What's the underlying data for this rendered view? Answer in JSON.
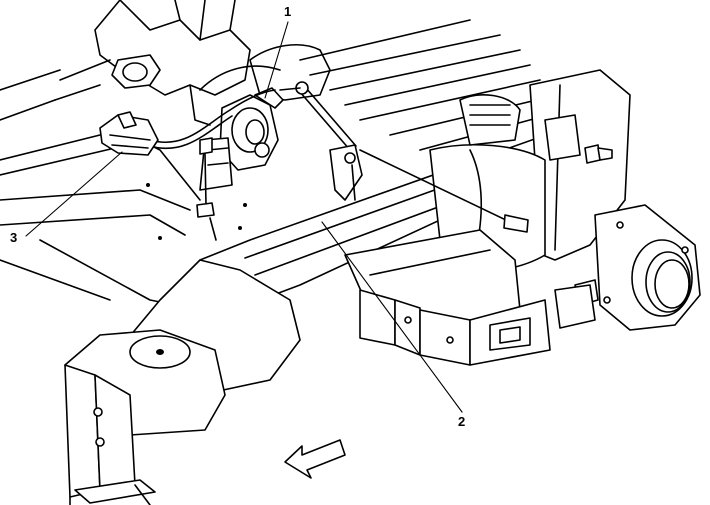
{
  "callouts": [
    {
      "id": "1",
      "label": "1"
    },
    {
      "id": "2",
      "label": "2"
    },
    {
      "id": "3",
      "label": "3"
    }
  ],
  "colors": {
    "line": "#000000",
    "background": "#ffffff"
  },
  "icons": {
    "direction_arrow": "arrow-front-icon"
  }
}
